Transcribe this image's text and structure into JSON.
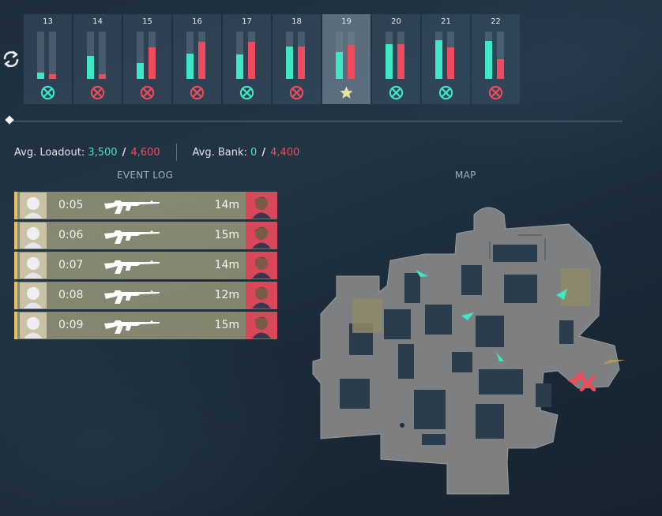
{
  "colors": {
    "team_a": "#3ee8c4",
    "team_b": "#ee4b5e",
    "selected_round_bg": "#6e8291",
    "event_row_bg": "#c4bc8c",
    "event_row_accent": "#e6c35a",
    "victim_bg": "#d8475a"
  },
  "rounds": [
    {
      "number": "13",
      "team_a_value": 0.14,
      "team_b_value": 0.1,
      "outcome": "elimination",
      "outcome_icon": "crossed-swords-icon",
      "outcome_color": "#3ee8c4"
    },
    {
      "number": "14",
      "team_a_value": 0.48,
      "team_b_value": 0.1,
      "outcome": "elimination",
      "outcome_icon": "crossed-swords-icon",
      "outcome_color": "#ee4b5e"
    },
    {
      "number": "15",
      "team_a_value": 0.34,
      "team_b_value": 0.66,
      "outcome": "elimination",
      "outcome_icon": "crossed-swords-icon",
      "outcome_color": "#ee4b5e"
    },
    {
      "number": "16",
      "team_a_value": 0.54,
      "team_b_value": 0.78,
      "outcome": "elimination",
      "outcome_icon": "crossed-swords-icon",
      "outcome_color": "#ee4b5e"
    },
    {
      "number": "17",
      "team_a_value": 0.52,
      "team_b_value": 0.78,
      "outcome": "elimination",
      "outcome_icon": "crossed-swords-icon",
      "outcome_color": "#3ee8c4"
    },
    {
      "number": "18",
      "team_a_value": 0.68,
      "team_b_value": 0.68,
      "outcome": "elimination",
      "outcome_icon": "crossed-swords-icon",
      "outcome_color": "#ee4b5e"
    },
    {
      "number": "19",
      "team_a_value": 0.56,
      "team_b_value": 0.72,
      "outcome": "spike",
      "outcome_icon": "star-icon",
      "outcome_color": "#e9e2a4",
      "selected": true
    },
    {
      "number": "20",
      "team_a_value": 0.74,
      "team_b_value": 0.74,
      "outcome": "elimination",
      "outcome_icon": "crossed-swords-icon",
      "outcome_color": "#3ee8c4"
    },
    {
      "number": "21",
      "team_a_value": 0.82,
      "team_b_value": 0.66,
      "outcome": "elimination",
      "outcome_icon": "crossed-swords-icon",
      "outcome_color": "#3ee8c4"
    },
    {
      "number": "22",
      "team_a_value": 0.8,
      "team_b_value": 0.42,
      "outcome": "elimination",
      "outcome_icon": "crossed-swords-icon",
      "outcome_color": "#ee4b5e"
    }
  ],
  "stats": {
    "avg_loadout_label": "Avg. Loadout:",
    "avg_loadout_a": "3,500",
    "avg_loadout_b": "4,600",
    "avg_bank_label": "Avg. Bank:",
    "avg_bank_a": "0",
    "avg_bank_b": "4,400",
    "separator": "/"
  },
  "event_log": {
    "title": "EVENT LOG",
    "events": [
      {
        "time": "0:05",
        "distance": "14m",
        "weapon_icon": "rifle-icon",
        "killer_icon": "agent-portrait-icon",
        "victim_icon": "agent-portrait-icon"
      },
      {
        "time": "0:06",
        "distance": "15m",
        "weapon_icon": "rifle-icon",
        "killer_icon": "agent-portrait-icon",
        "victim_icon": "agent-portrait-icon"
      },
      {
        "time": "0:07",
        "distance": "14m",
        "weapon_icon": "rifle-icon",
        "killer_icon": "agent-portrait-icon",
        "victim_icon": "agent-portrait-icon"
      },
      {
        "time": "0:08",
        "distance": "12m",
        "weapon_icon": "rifle-icon",
        "killer_icon": "agent-portrait-icon",
        "victim_icon": "agent-portrait-icon"
      },
      {
        "time": "0:09",
        "distance": "15m",
        "weapon_icon": "rifle-icon",
        "killer_icon": "agent-portrait-icon",
        "victim_icon": "agent-portrait-icon"
      }
    ]
  },
  "map": {
    "title": "MAP"
  }
}
